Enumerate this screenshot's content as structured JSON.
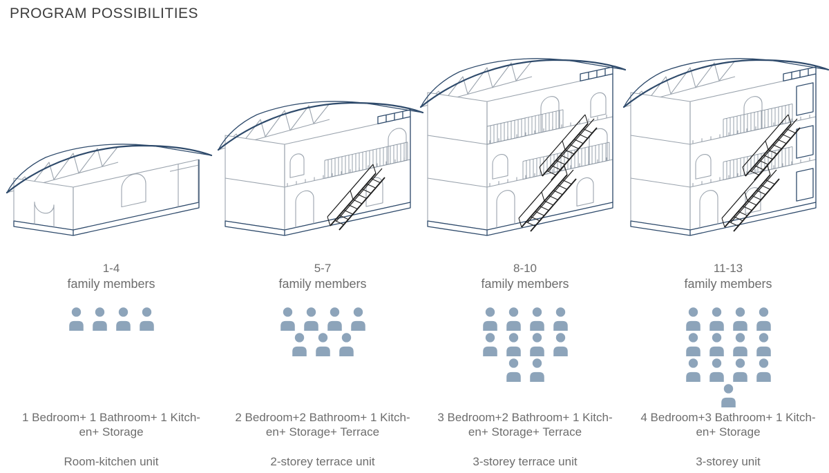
{
  "title": "PROGRAM POSSIBILITIES",
  "colors": {
    "person": "#8da4ba",
    "roof_navy": "#2e4a6b",
    "text_gray": "#6d6d6d",
    "title_gray": "#3d3d3d",
    "line_gray": "#9aa3ad"
  },
  "units": [
    {
      "range": "1-4",
      "members_label": "family members",
      "storeys": 1,
      "person_count": 4,
      "person_rows": [
        4
      ],
      "program_lines": [
        "1 Bedroom+ 1 Bathroom+ 1 Kitch-",
        "en+ Storage"
      ],
      "unit_name": "Room-kitchen unit"
    },
    {
      "range": "5-7",
      "members_label": "family members",
      "storeys": 2,
      "person_count": 7,
      "person_rows": [
        4,
        3
      ],
      "program_lines": [
        "2 Bedroom+2 Bathroom+ 1 Kitch-",
        "en+ Storage+ Terrace"
      ],
      "unit_name": "2-storey terrace unit"
    },
    {
      "range": "8-10",
      "members_label": "family members",
      "storeys": 3,
      "person_count": 10,
      "person_rows": [
        4,
        4,
        2
      ],
      "program_lines": [
        "3 Bedroom+2 Bathroom+ 1 Kitch-",
        "en+ Storage+ Terrace"
      ],
      "unit_name": "3-storey terrace unit"
    },
    {
      "range": "11-13",
      "members_label": "family members",
      "storeys": 3,
      "person_count": 13,
      "person_rows": [
        4,
        4,
        4,
        1
      ],
      "program_lines": [
        "4 Bedroom+3 Bathroom+ 1 Kitch-",
        "en+ Storage"
      ],
      "unit_name": "3-storey unit"
    }
  ]
}
